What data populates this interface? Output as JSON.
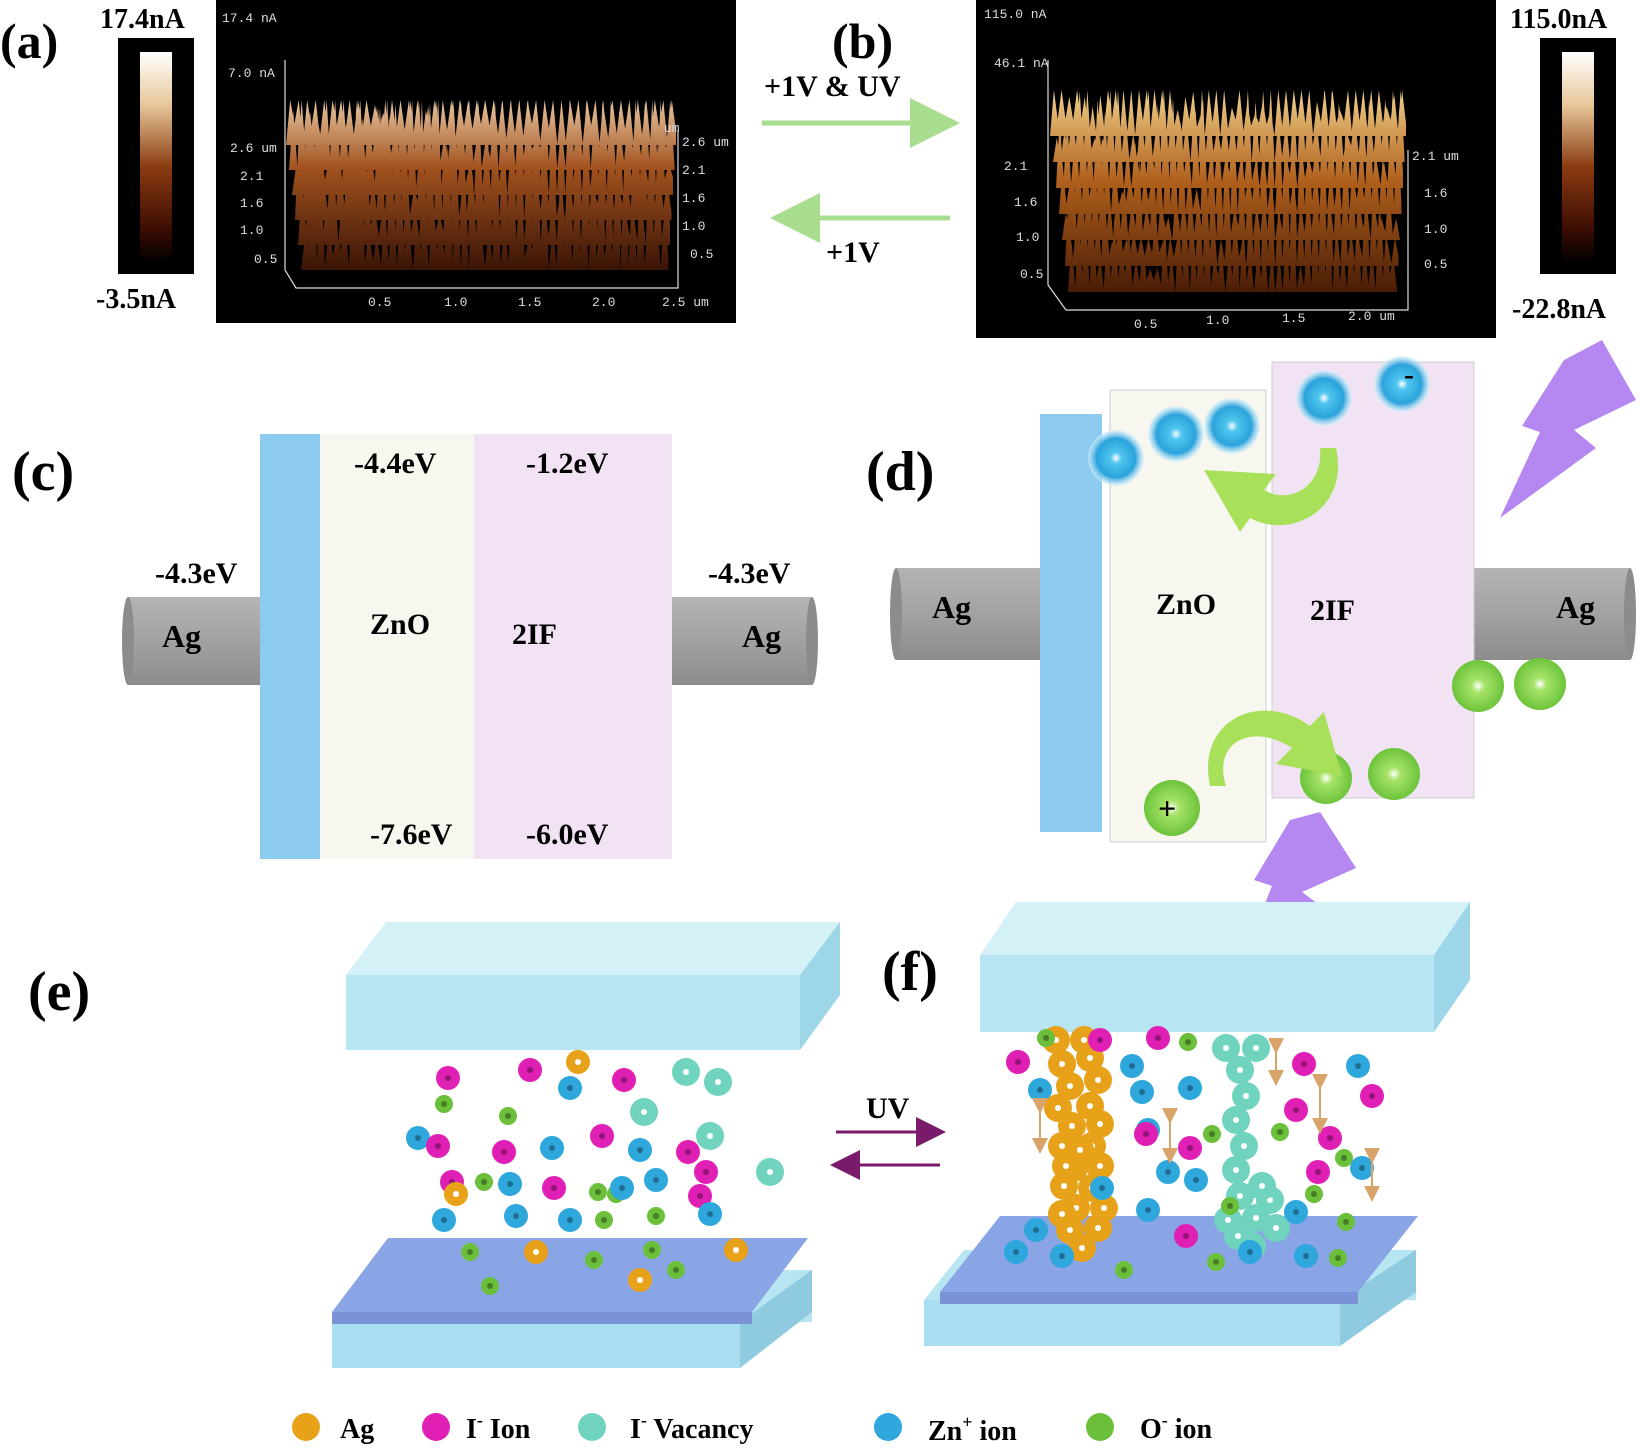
{
  "panels": {
    "a": {
      "letter": "(a)",
      "scale_max": "17.4nA",
      "scale_min": "-3.5nA",
      "z_axis_top": "17.4 nA",
      "z_tick_mid": "7.0 nA",
      "y_left_ticks": [
        "2.6 um",
        "2.1",
        "1.6",
        "1.0",
        "0.5"
      ],
      "y_right_unit": "um",
      "y_right_ticks": [
        "2.6 um",
        "2.1",
        "1.6",
        "1.0",
        "0.5"
      ],
      "x_ticks": [
        "0.5",
        "1.0",
        "1.5",
        "2.0",
        "2.5 um"
      ]
    },
    "b": {
      "letter": "(b)",
      "scale_max": "115.0nA",
      "scale_min": "-22.8nA",
      "z_axis_top": "115.0 nA",
      "z_tick_mid": "46.1 nA",
      "y_left_ticks": [
        "2.1",
        "1.6",
        "1.0",
        "0.5"
      ],
      "y_right_ticks": [
        "2.1 um",
        "1.6",
        "1.0",
        "0.5"
      ],
      "x_ticks": [
        "0.5",
        "1.0",
        "1.5",
        "2.0 um"
      ]
    },
    "ab_arrows": {
      "forward": "+1V & UV",
      "backward": "+1V"
    },
    "c": {
      "letter": "(c)",
      "electrode_left": "Ag",
      "electrode_right": "Ag",
      "ag_left_level": "-4.3eV",
      "ag_right_level": "-4.3eV",
      "layer1": "ZnO",
      "layer2": "2IF",
      "zno_top": "-4.4eV",
      "zno_bottom": "-7.6eV",
      "if_top": "-1.2eV",
      "if_bottom": "-6.0eV"
    },
    "d": {
      "letter": "(d)",
      "electrode_left": "Ag",
      "electrode_right": "Ag",
      "layer1": "ZnO",
      "layer2": "2IF",
      "minus": "-",
      "plus": "+"
    },
    "e": {
      "letter": "(e)"
    },
    "f": {
      "letter": "(f)"
    },
    "ef_arrow": "UV"
  },
  "legend": [
    {
      "label": "Ag",
      "sup": "",
      "suffix": "",
      "color": "#e8a21a"
    },
    {
      "label": "I",
      "sup": "-",
      "suffix": " Ion",
      "color": "#e01fb4"
    },
    {
      "label": "I",
      "sup": "-",
      "suffix": " Vacancy",
      "color": "#6fd3be"
    },
    {
      "label": "Zn",
      "sup": "+",
      "suffix": " ion",
      "color": "#2ea7dc"
    },
    {
      "label": "O",
      "sup": "-",
      "suffix": " ion",
      "color": "#6cbf3a"
    }
  ],
  "colors": {
    "electrode_blue": "#8ccaf0",
    "zno_layer": "#f7f7f0",
    "if_layer": "#f1e3f3",
    "ag_gray": "#a6a6a6",
    "plate_top": "#b7e5f1",
    "plate_bottom": "#8aa5e6",
    "lightning": "#b587f0",
    "green_arrow": "#a8e05a",
    "uv_arrow": "#7a1a6a"
  }
}
